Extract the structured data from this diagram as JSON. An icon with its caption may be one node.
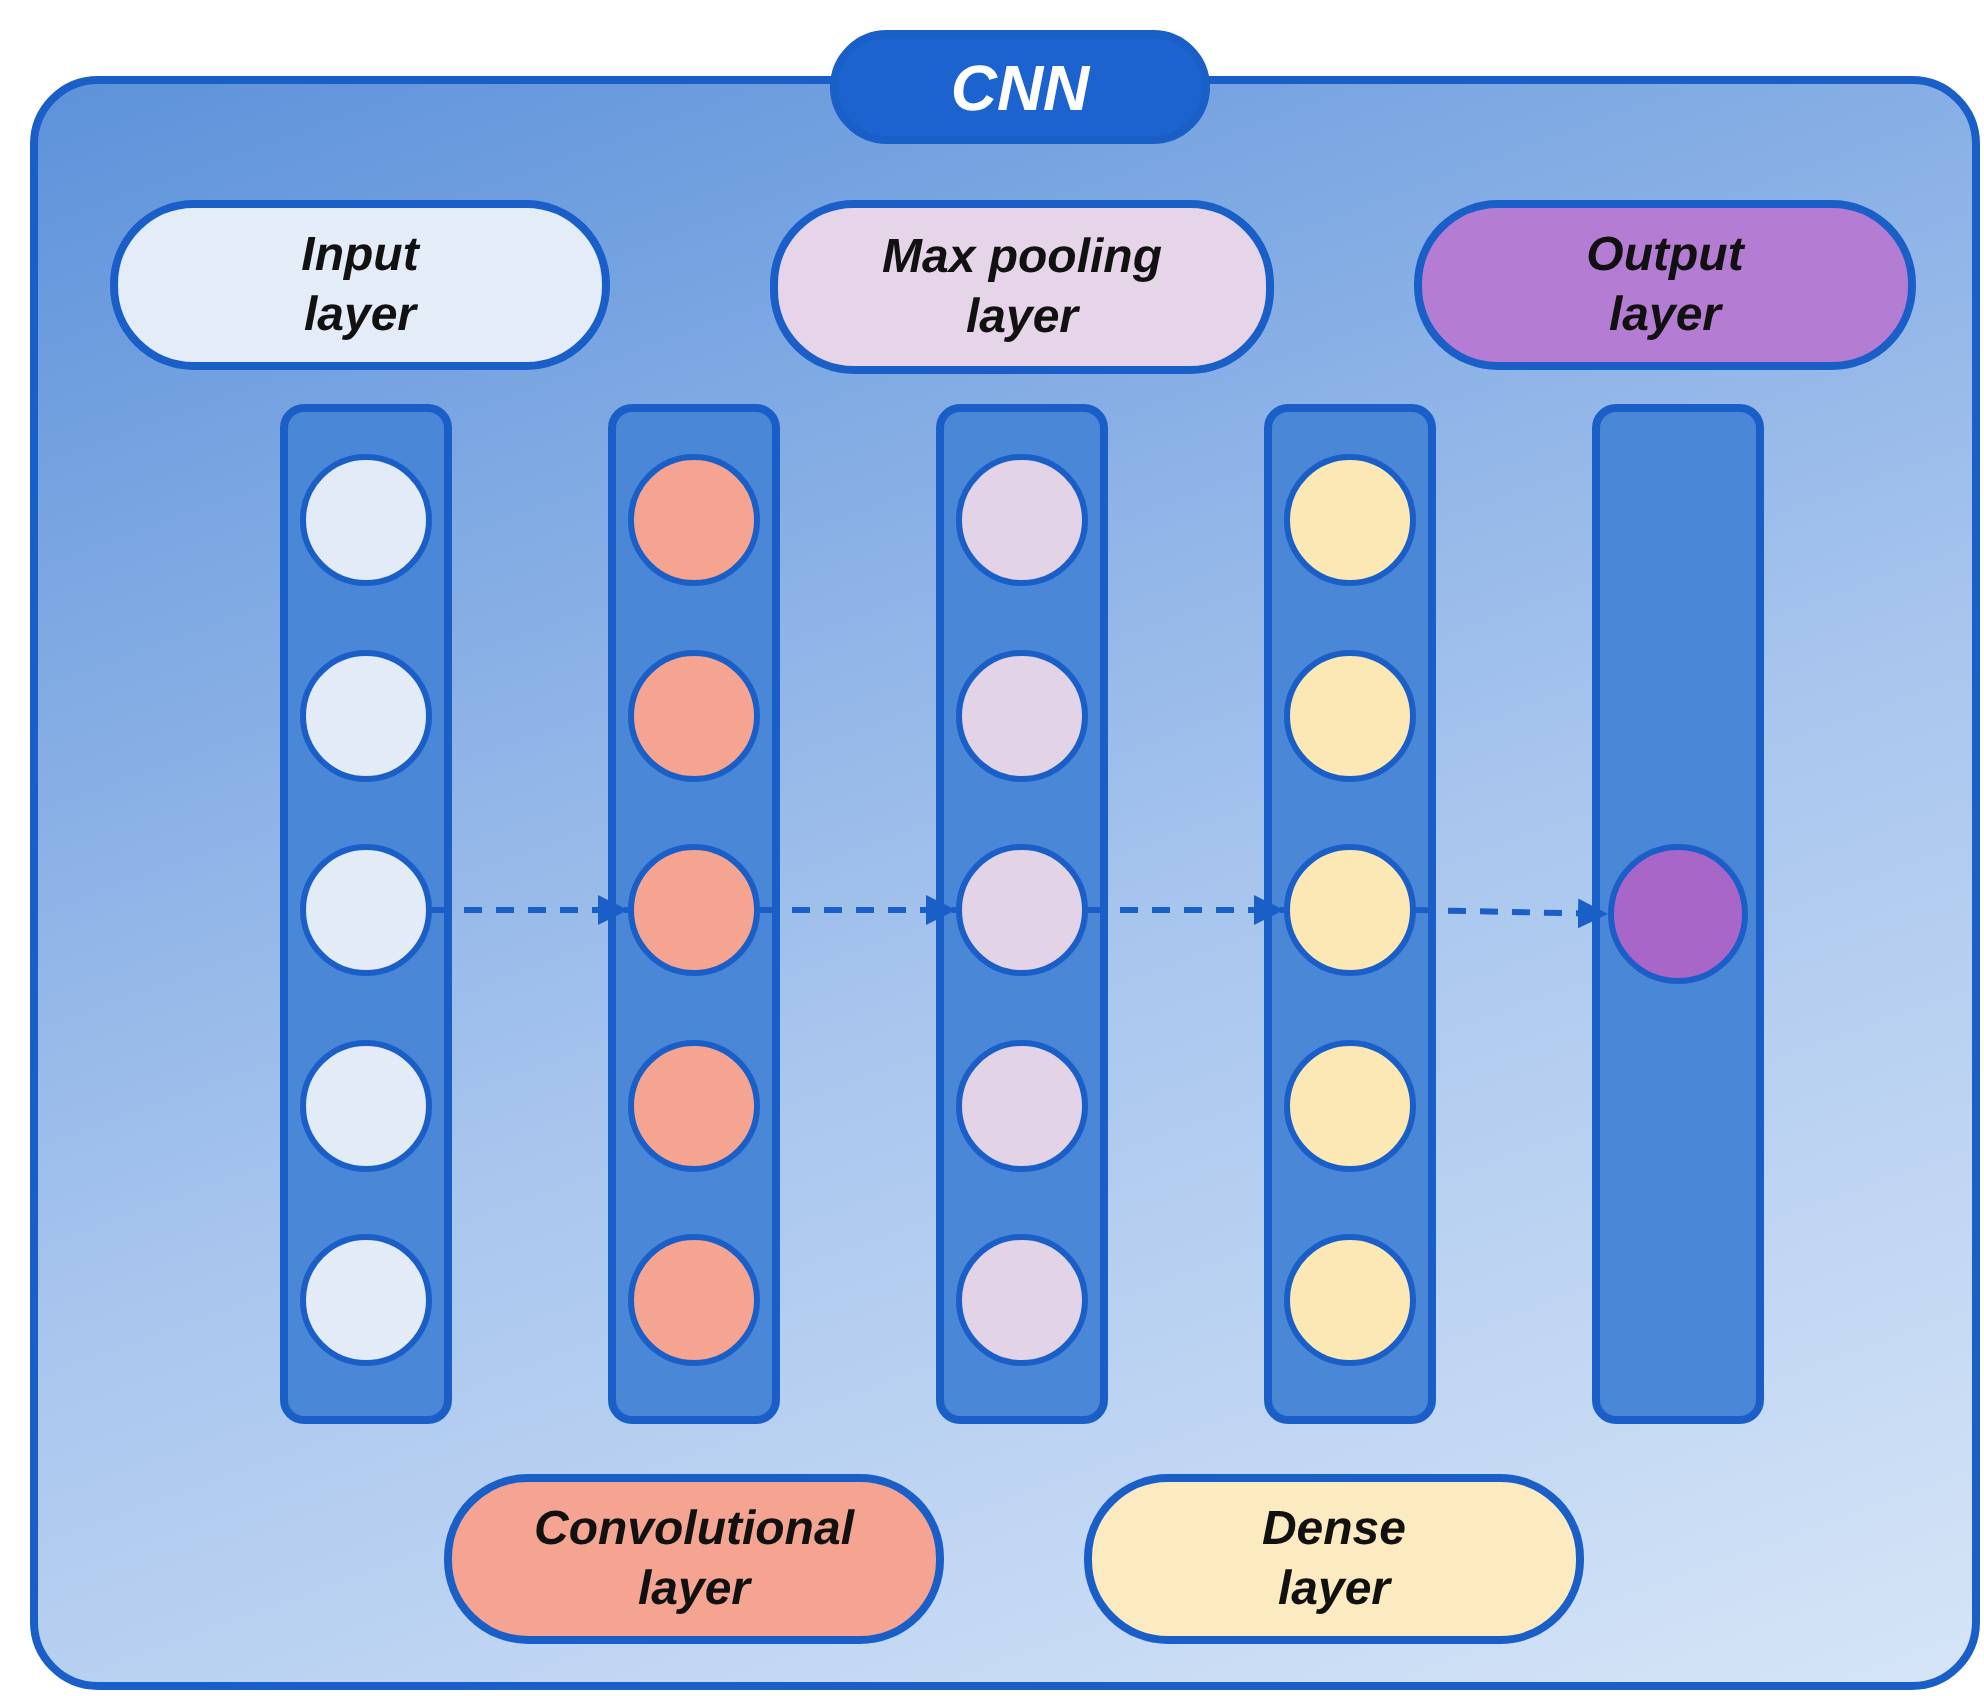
{
  "diagram": {
    "nodes": [
      {
        "text": [
          "CNN"
        ]
      },
      {
        "text": [
          "Input layer"
        ],
        "in": 0
      },
      {
        "text": [
          "Max pooling layer"
        ],
        "in": 0
      },
      {
        "text": [
          "Output layer"
        ],
        "in": 0
      },
      {
        "text": [],
        "shape": "bar",
        "in": 0
      },
      {
        "text": [],
        "shape": "circle",
        "in": 4
      },
      {
        "text": [],
        "shape": "circle",
        "in": 4
      },
      {
        "text": [],
        "shape": "circle",
        "in": 4
      },
      {
        "text": [],
        "shape": "circle",
        "in": 4
      },
      {
        "text": [],
        "shape": "circle",
        "in": 4
      },
      {
        "text": [],
        "shape": "bar",
        "in": 0
      },
      {
        "text": [],
        "shape": "circle",
        "in": 10
      },
      {
        "text": [],
        "shape": "circle",
        "in": 10
      },
      {
        "text": [],
        "shape": "circle",
        "in": 10
      },
      {
        "text": [],
        "shape": "circle",
        "in": 10
      },
      {
        "text": [],
        "shape": "circle",
        "in": 10
      },
      {
        "text": [],
        "shape": "bar",
        "in": 0
      },
      {
        "text": [],
        "shape": "circle",
        "in": 16
      },
      {
        "text": [],
        "shape": "circle",
        "in": 16
      },
      {
        "text": [],
        "shape": "circle",
        "in": 16
      },
      {
        "text": [],
        "shape": "circle",
        "in": 16
      },
      {
        "text": [],
        "shape": "circle",
        "in": 16
      },
      {
        "text": [],
        "shape": "bar",
        "in": 0
      },
      {
        "text": [],
        "shape": "circle",
        "in": 22
      },
      {
        "text": [],
        "shape": "circle",
        "in": 22
      },
      {
        "text": [],
        "shape": "circle",
        "in": 22
      },
      {
        "text": [],
        "shape": "circle",
        "in": 22
      },
      {
        "text": [],
        "shape": "circle",
        "in": 22
      },
      {
        "text": [],
        "shape": "bar",
        "in": 0
      },
      {
        "text": [],
        "shape": "circle",
        "in": 28
      },
      {
        "text": [
          "Convolutional layer"
        ],
        "in": 0
      },
      {
        "text": [
          "Dense layer"
        ],
        "in": 0
      }
    ],
    "edges": [
      {
        "from": 7,
        "to": 13,
        "arrow": "to",
        "style": "dashed"
      },
      {
        "from": 13,
        "to": 19,
        "arrow": "to",
        "style": "dashed"
      },
      {
        "from": 19,
        "to": 25,
        "arrow": "to",
        "style": "dashed"
      },
      {
        "from": 25,
        "to": 29,
        "arrow": "to",
        "style": "dashed"
      }
    ]
  }
}
